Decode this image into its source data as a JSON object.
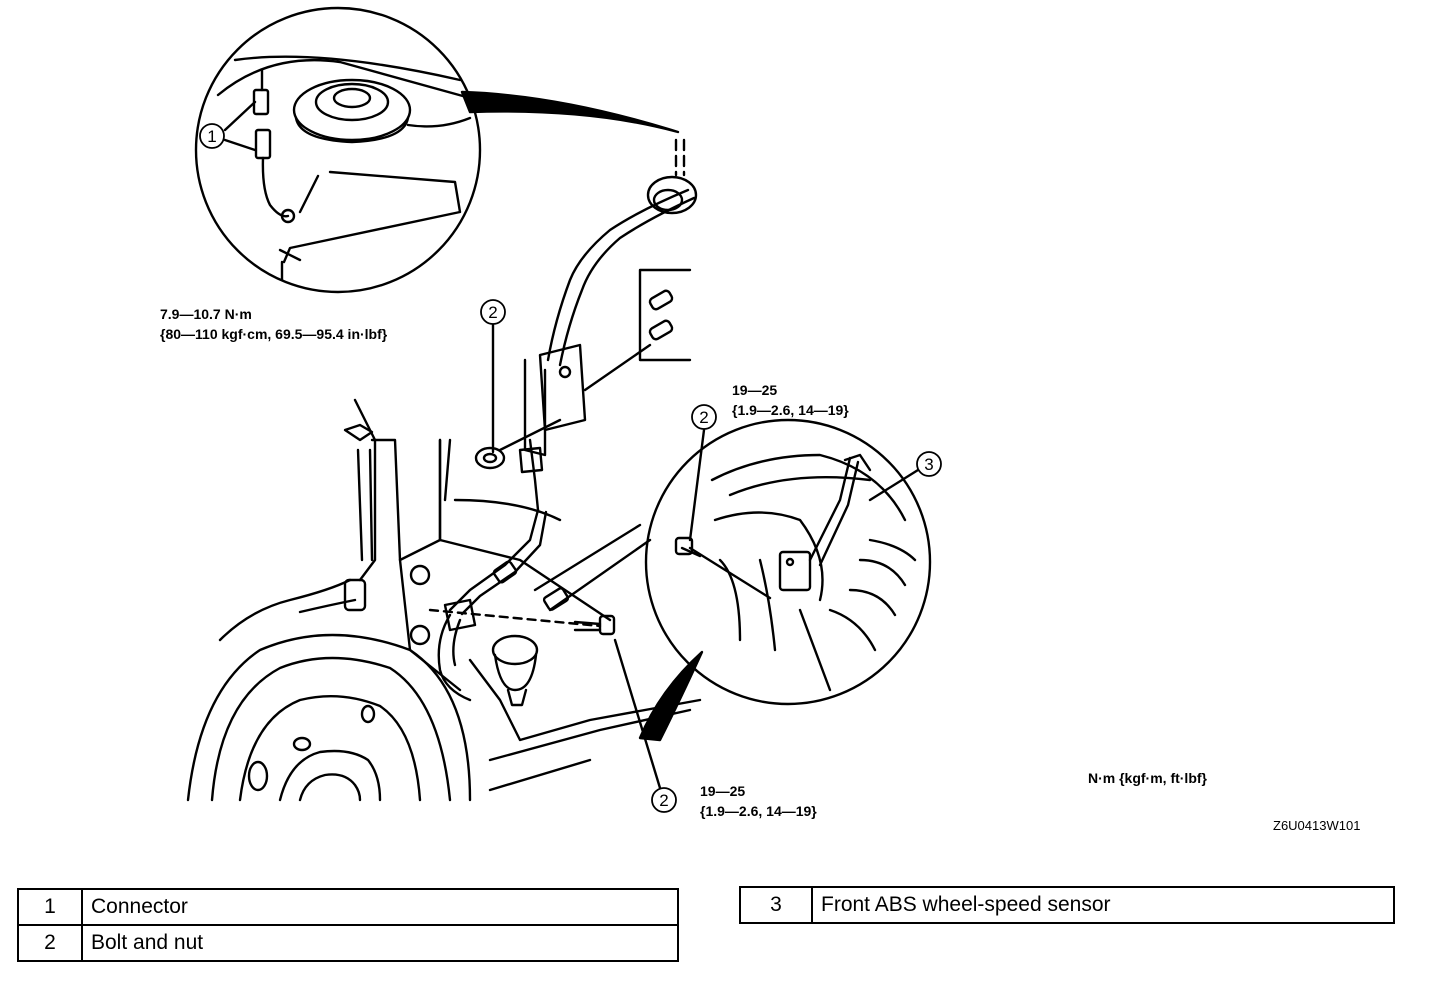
{
  "callouts": {
    "c1": "1",
    "c2a": "2",
    "c2b": "2",
    "c2c": "2",
    "c3": "3"
  },
  "torque": {
    "top_line1": "7.9—10.7 N·m",
    "top_line2": "{80—110 kgf·cm, 69.5—95.4 in·lbf}",
    "mid_line1": "19—25",
    "mid_line2": "{1.9—2.6, 14—19}",
    "bot_line1": "19—25",
    "bot_line2": "{1.9—2.6, 14—19}",
    "units": "N·m {kgf·m, ft·lbf}"
  },
  "figure_code": "Z6U0413W101",
  "legend": [
    {
      "num": "1",
      "label": "Connector"
    },
    {
      "num": "2",
      "label": "Bolt and nut"
    },
    {
      "num": "3",
      "label": "Front ABS wheel-speed sensor"
    }
  ]
}
